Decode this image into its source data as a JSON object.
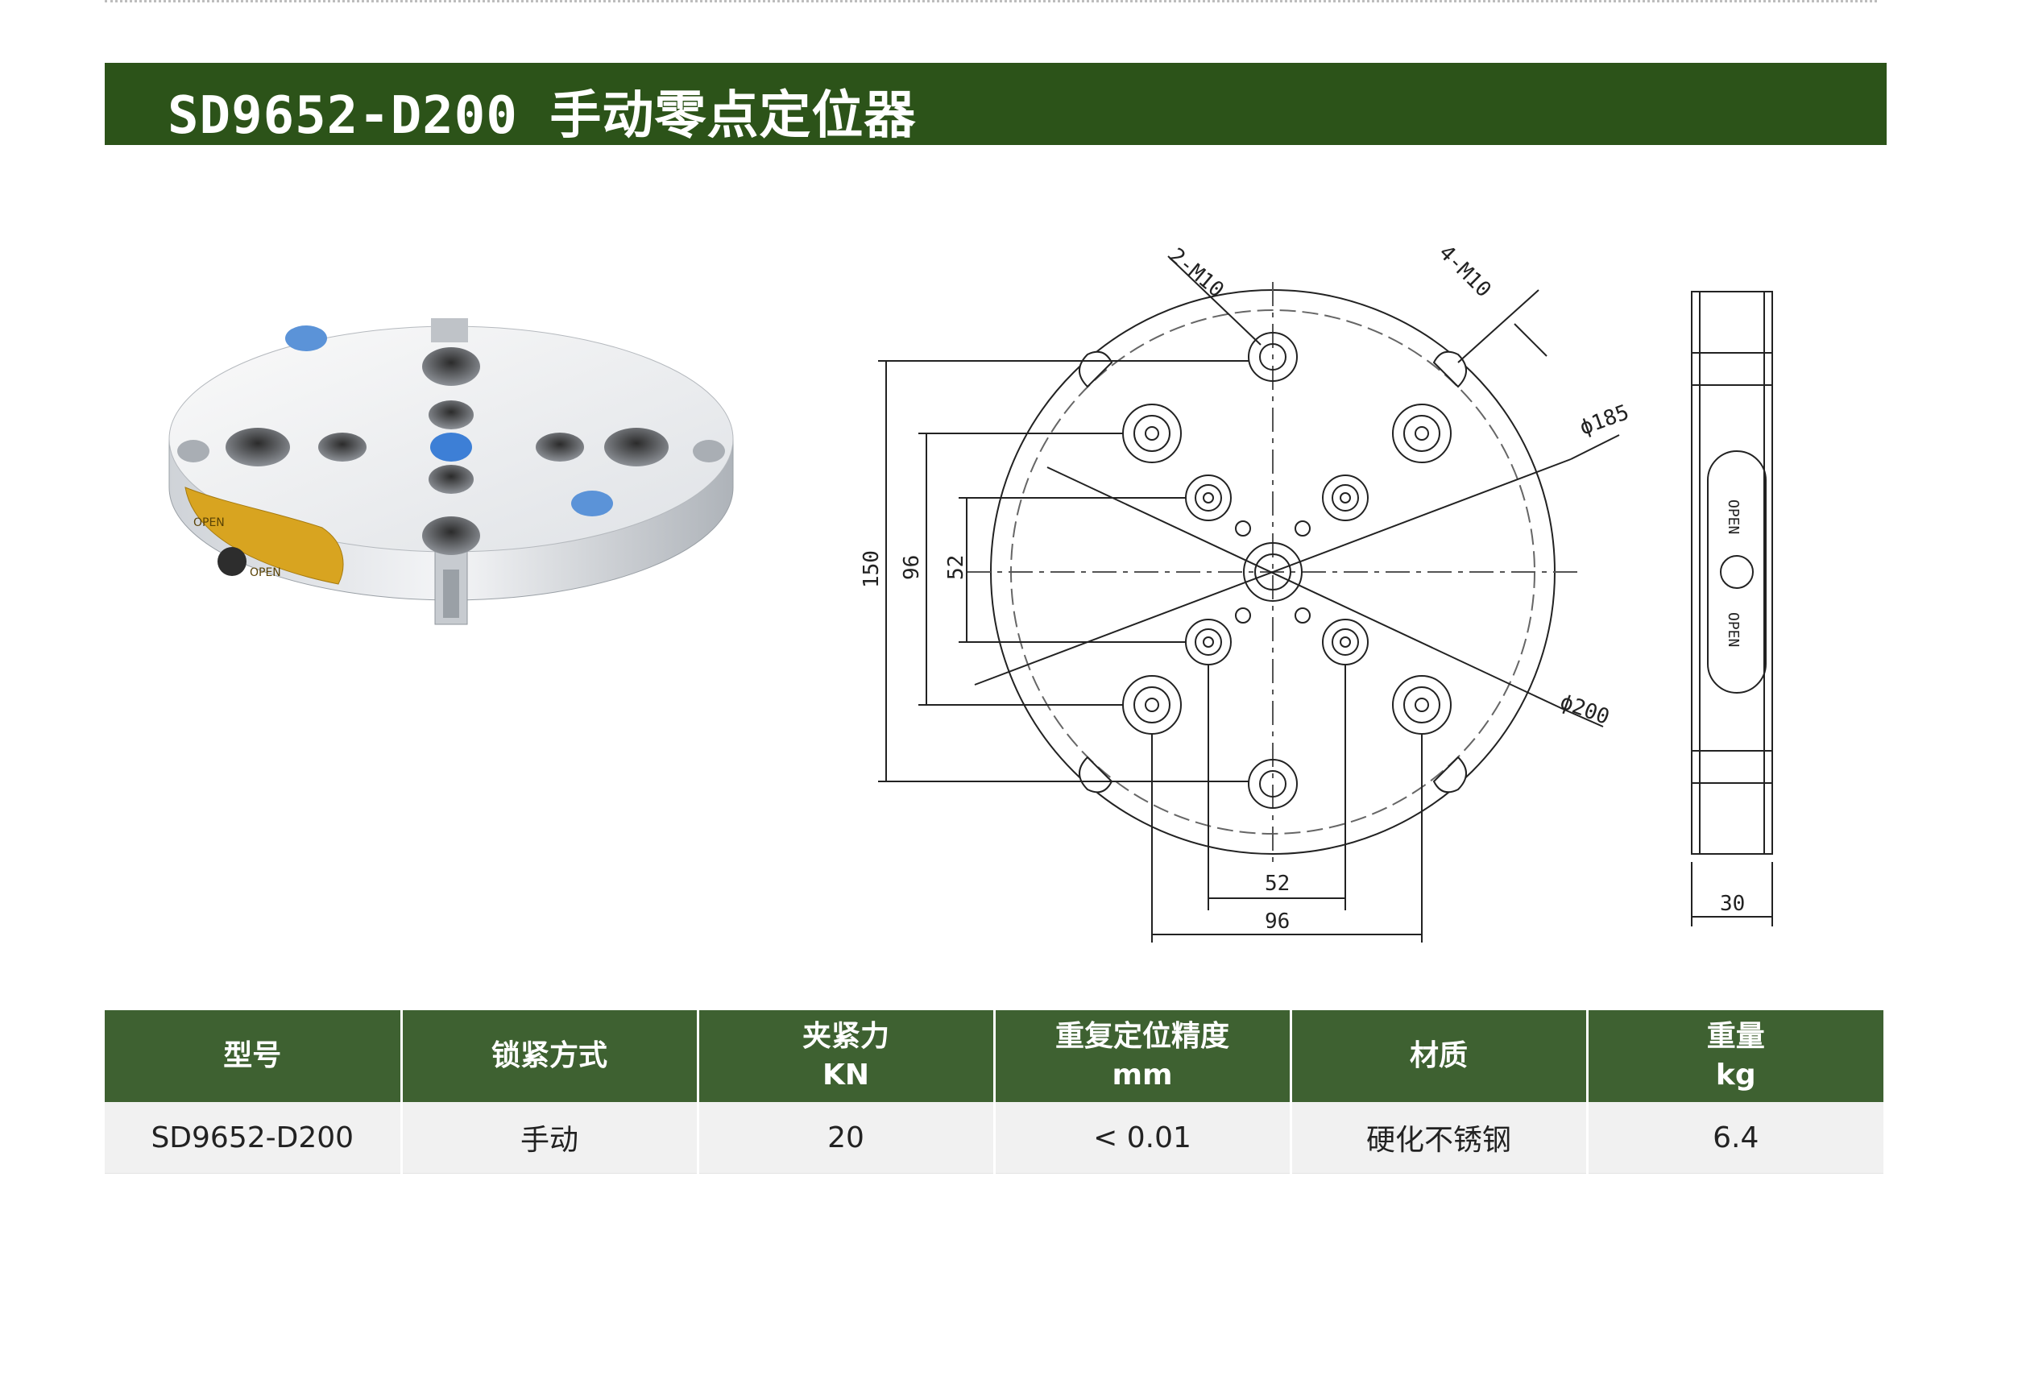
{
  "title": "SD9652-D200  手动零点定位器",
  "photo": {
    "label_open_1": "OPEN",
    "label_open_2": "OPEN"
  },
  "drawing": {
    "labels": {
      "thread_2": "2-M10",
      "thread_4": "4-M10",
      "dia_185": "ϕ185",
      "dia_200": "ϕ200",
      "dim_150": "150",
      "dim_96_v": "96",
      "dim_52_v": "52",
      "dim_52_h": "52",
      "dim_96_h": "96",
      "dim_30": "30",
      "side_open_1": "OPEN",
      "side_open_2": "OPEN"
    }
  },
  "table": {
    "headers": [
      {
        "label": "型号",
        "unit": ""
      },
      {
        "label": "锁紧方式",
        "unit": ""
      },
      {
        "label": "夹紧力",
        "unit": "KN"
      },
      {
        "label": "重复定位精度",
        "unit": "mm"
      },
      {
        "label": "材质",
        "unit": ""
      },
      {
        "label": "重量",
        "unit": "kg"
      }
    ],
    "row": [
      "SD9652-D200",
      "手动",
      "20",
      "< 0.01",
      "硬化不锈钢",
      "6.4"
    ]
  },
  "colors": {
    "title_bar": "#2c5319",
    "table_header": "#3e6131",
    "table_row": "#f1f1f1",
    "accent_blue": "#3d7fd6",
    "accent_gold": "#d8a420"
  }
}
